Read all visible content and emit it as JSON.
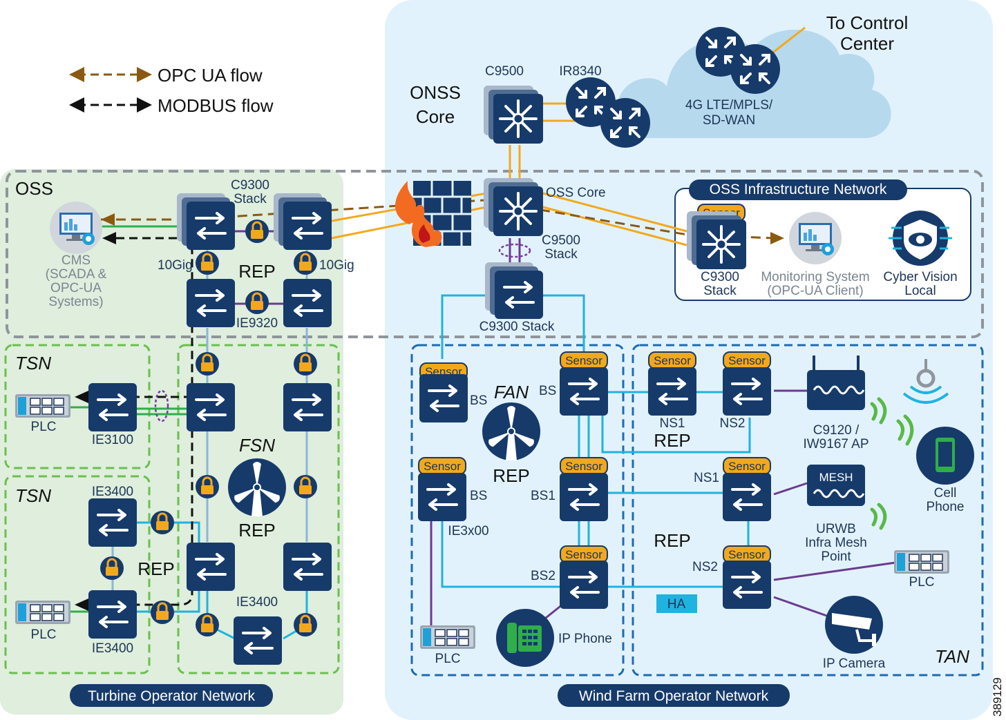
{
  "legend": {
    "opc_label": "OPC UA flow",
    "modbus_label": "MODBUS flow",
    "opc_color": "#8a5a12",
    "modbus_color": "#111111"
  },
  "regions": {
    "turbine_operator": "Turbine Operator Network",
    "wind_farm_operator": "Wind Farm Operator Network",
    "oss": "OSS",
    "oss_infra": "OSS Infrastructure Network",
    "tsn_top": "TSN",
    "tsn_bottom": "TSN",
    "fsn": "FSN",
    "fan": "FAN",
    "tan": "TAN"
  },
  "core": {
    "onss_core_line1": "ONSS",
    "onss_core_line2": "Core",
    "c9500": "C9500",
    "ir8340": "IR8340",
    "wan_line1": "4G LTE/MPLS/",
    "wan_line2": "SD-WAN",
    "control_line1": "To Control",
    "control_line2": "Center",
    "oss_core": "OSS Core",
    "c9500_stack_line1": "C9500",
    "c9500_stack_line2": "Stack",
    "c9300_stack_mid": "C9300 Stack"
  },
  "oss": {
    "c9300_stack_line1": "C9300",
    "c9300_stack_line2": "Stack",
    "tengig_left": "10Gig",
    "tengig_right": "10Gig",
    "rep": "REP",
    "ie9320": "IE9320",
    "cms_lines": [
      "CMS",
      "(SCADA &",
      "OPC-UA",
      "Systems)"
    ]
  },
  "oss_infra": {
    "sensor": "Sensor",
    "c9300_line1": "C9300",
    "c9300_line2": "Stack",
    "monitoring_line1": "Monitoring System",
    "monitoring_line2": "(OPC-UA Client)",
    "cyber_line1": "Cyber Vision",
    "cyber_line2": "Local"
  },
  "turbine": {
    "plc_top": "PLC",
    "ie3100": "IE3100",
    "ie3400_top": "IE3400",
    "ie3400_bottom": "IE3400",
    "plc_bottom": "PLC",
    "rep_tsn": "REP",
    "rep_fsn": "REP",
    "ie3400_fsn": "IE3400"
  },
  "fan": {
    "sensor": "Sensor",
    "bs_top": "BS",
    "bs_right": "BS",
    "bs_mid": "BS",
    "bs1": "BS1",
    "bs2": "BS2",
    "rep": "REP",
    "ie3x00": "IE3x00",
    "plc": "PLC",
    "ip_phone": "IP Phone"
  },
  "tan": {
    "sensor": "Sensor",
    "ns1_top": "NS1",
    "ns2_top": "NS2",
    "rep_top": "REP",
    "ap_line1": "C9120 /",
    "ap_line2": "IW9167 AP",
    "cell_line1": "Cell",
    "cell_line2": "Phone",
    "ns1_mid": "NS1",
    "mesh": "MESH",
    "urwb_line1": "URWB",
    "urwb_line2": "Infra Mesh",
    "urwb_line3": "Point",
    "rep_mid": "REP",
    "ns2_bottom": "NS2",
    "plc": "PLC",
    "ha": "HA",
    "ip_camera": "IP Camera"
  },
  "figure_id": "389129"
}
